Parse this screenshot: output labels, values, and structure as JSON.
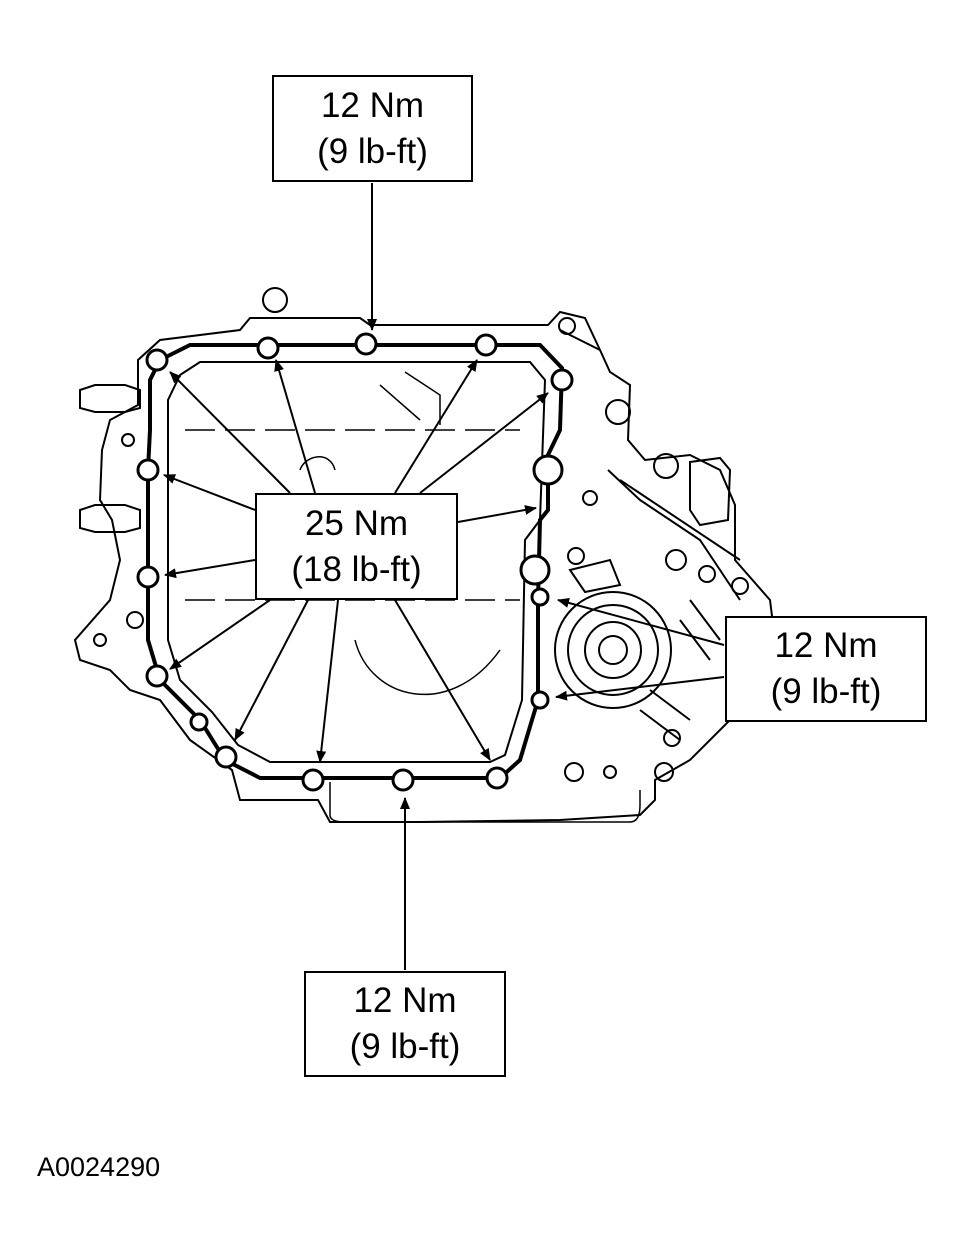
{
  "callouts": {
    "top": {
      "line1": "12 Nm",
      "line2": "(9 lb-ft)"
    },
    "center": {
      "line1": "25 Nm",
      "line2": "(18 lb-ft)"
    },
    "right": {
      "line1": "12 Nm",
      "line2": "(9 lb-ft)"
    },
    "bottom": {
      "line1": "12 Nm",
      "line2": "(9 lb-ft)"
    }
  },
  "figure_id": "A0024290",
  "colors": {
    "ink": "#000000",
    "paper": "#ffffff"
  }
}
